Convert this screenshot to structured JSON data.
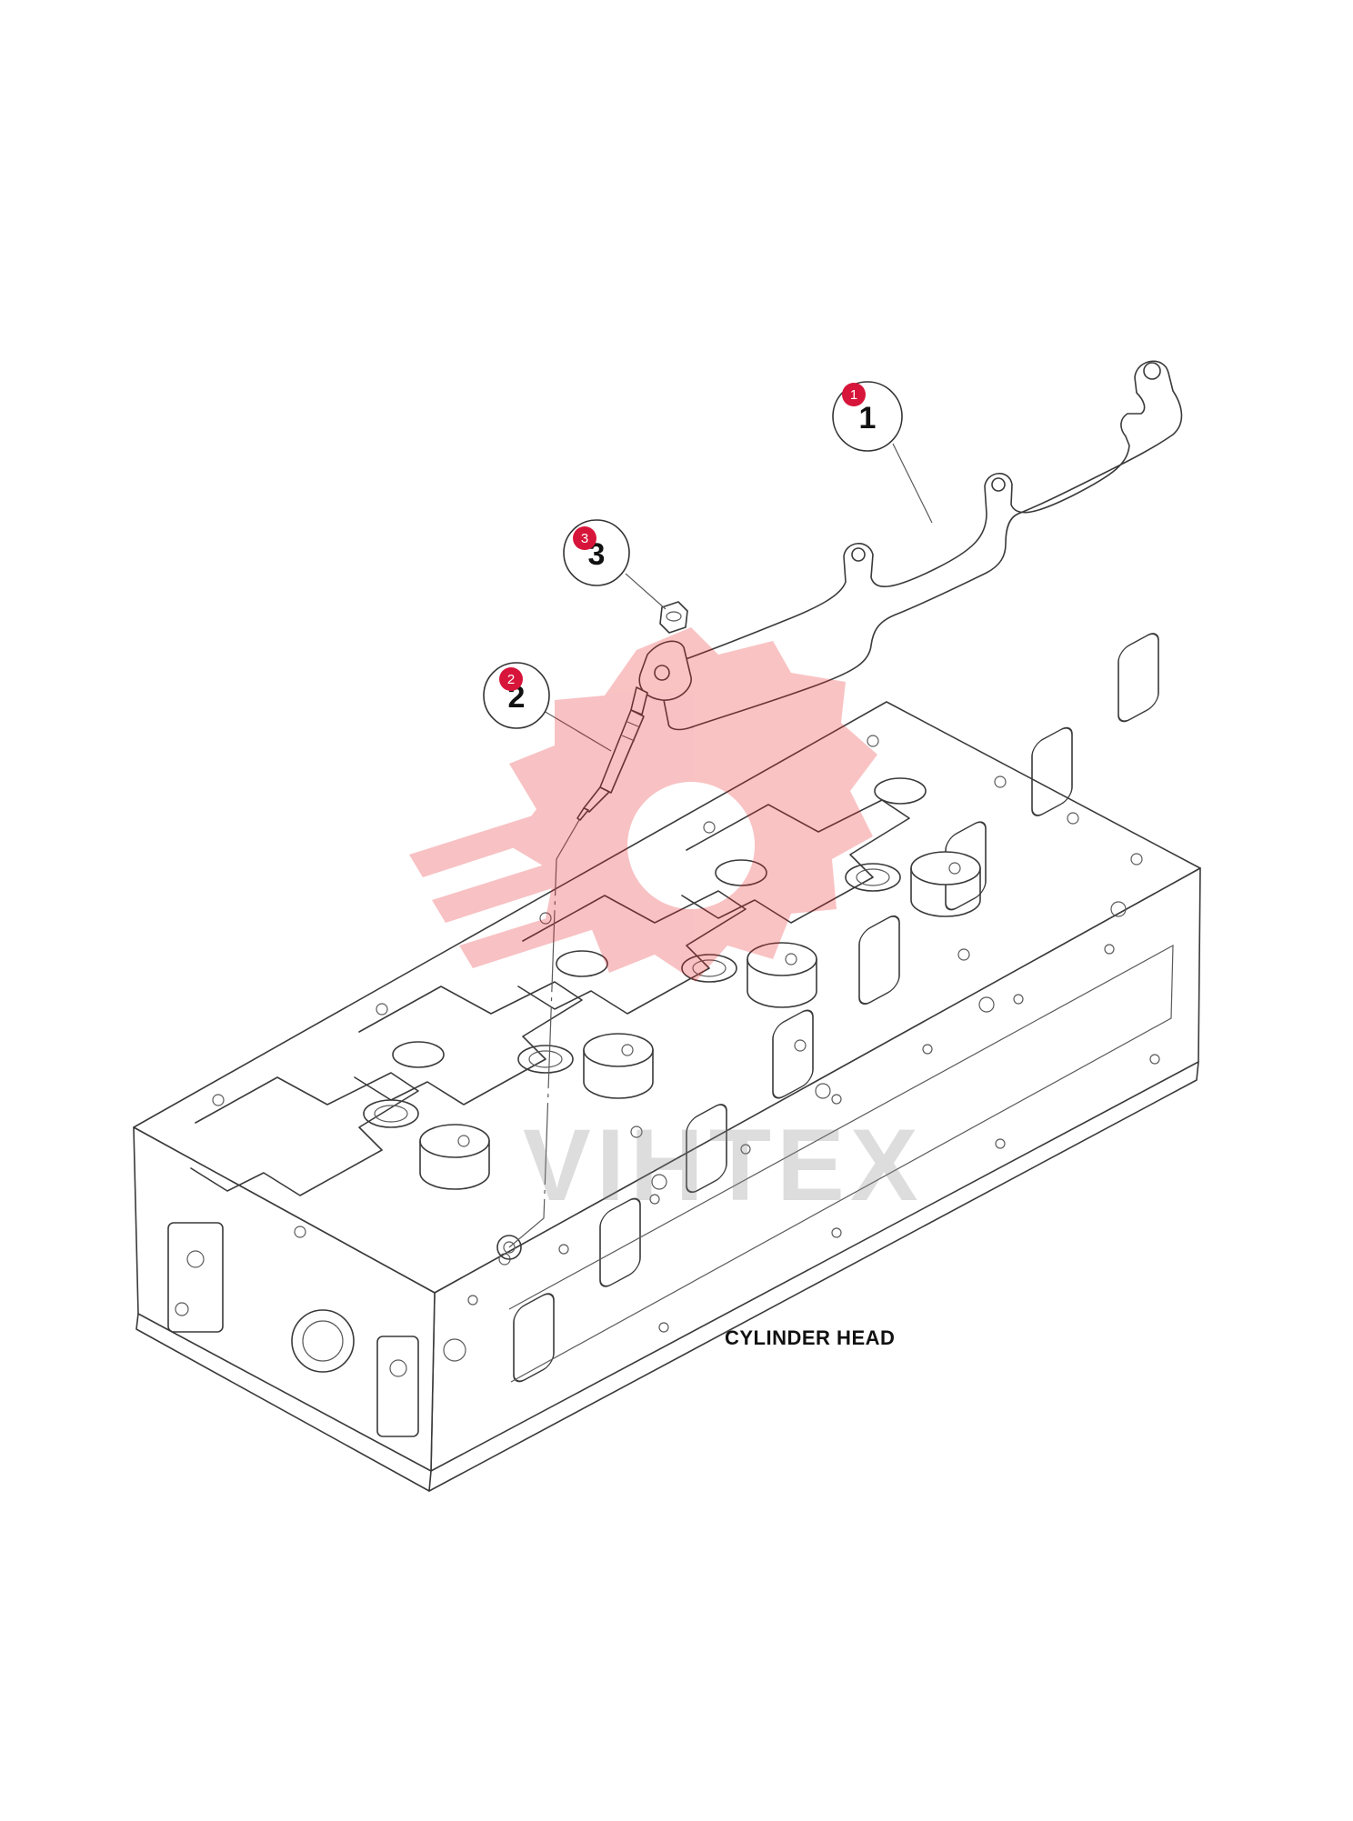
{
  "caption": "CYLINDER HEAD",
  "watermark": {
    "text": "VIHTEX",
    "color": "#e8262c"
  },
  "callouts": [
    {
      "number": "1",
      "badge": "1"
    },
    {
      "number": "2",
      "badge": "2"
    },
    {
      "number": "3",
      "badge": "3"
    }
  ],
  "colors": {
    "badge": "#d7153a",
    "line": "#3a3a3a"
  }
}
